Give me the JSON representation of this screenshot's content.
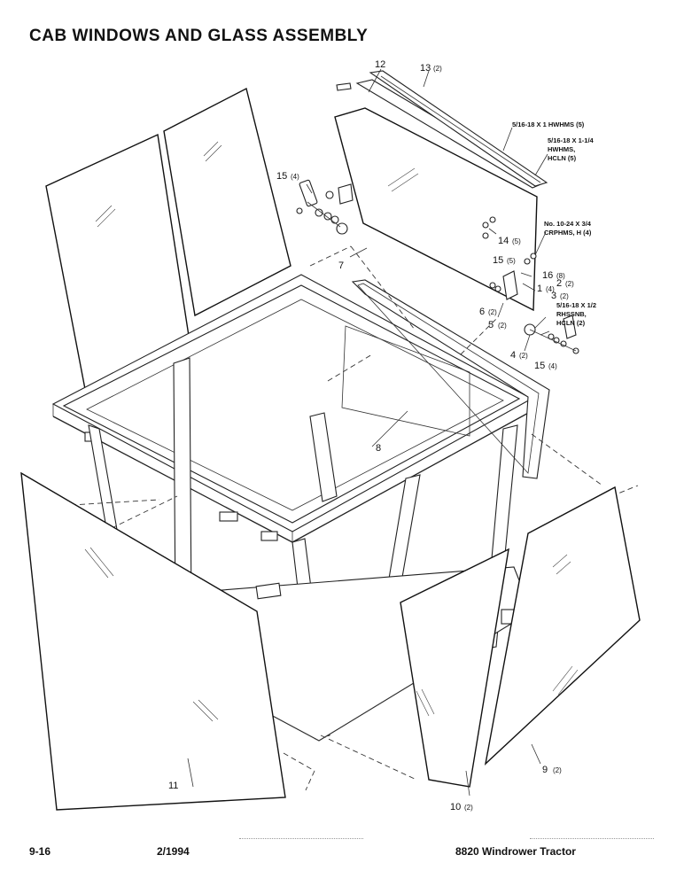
{
  "title": "CAB WINDOWS AND GLASS ASSEMBLY",
  "footer": {
    "page": "9-16",
    "date": "2/1994",
    "product": "8820 Windrower Tractor"
  },
  "callouts": {
    "c12": "12",
    "c13": "13",
    "c13q": "(2)",
    "c15a": "15",
    "c15aq": "(4)",
    "c7": "7",
    "c14": "14",
    "c14q": "(5)",
    "c15b": "15",
    "c15bq": "(5)",
    "c16": "16",
    "c16q": "(8)",
    "c1": "1",
    "c1q": "(4)",
    "c2": "2",
    "c2q": "(2)",
    "c3": "3",
    "c3q": "(2)",
    "c6": "6",
    "c6q": "(2)",
    "c5": "5",
    "c5q": "(2)",
    "c4": "4",
    "c4q": "(2)",
    "c15c": "15",
    "c15cq": "(4)",
    "c8": "8",
    "c11": "11",
    "c10": "10",
    "c10q": "(2)",
    "c9": "9",
    "c9q": "(2)"
  },
  "hardware_specs": {
    "s1": "5/16-18 X 1  HWHMS (5)",
    "s2a": "5/16-18 X 1-1/4",
    "s2b": "HWHMS,",
    "s2c": "HCLN (5)",
    "s3a": "No. 10-24 X 3/4",
    "s3b": "CRPHMS, H (4)",
    "s4a": "5/16-18 X 1/2",
    "s4b": "RHSSNB,",
    "s4c": "HCLN (2)"
  }
}
